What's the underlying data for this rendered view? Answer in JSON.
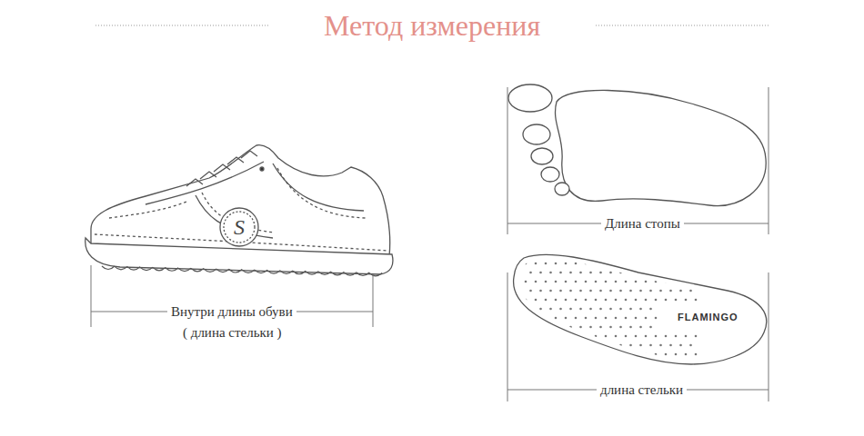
{
  "diagram": {
    "title": "Метод измерения",
    "labels": [
      "S",
      "Внутри длины обуви",
      "( длина стельки )",
      "Длина стопы",
      "FLAMINGO",
      "длина стельки"
    ]
  }
}
